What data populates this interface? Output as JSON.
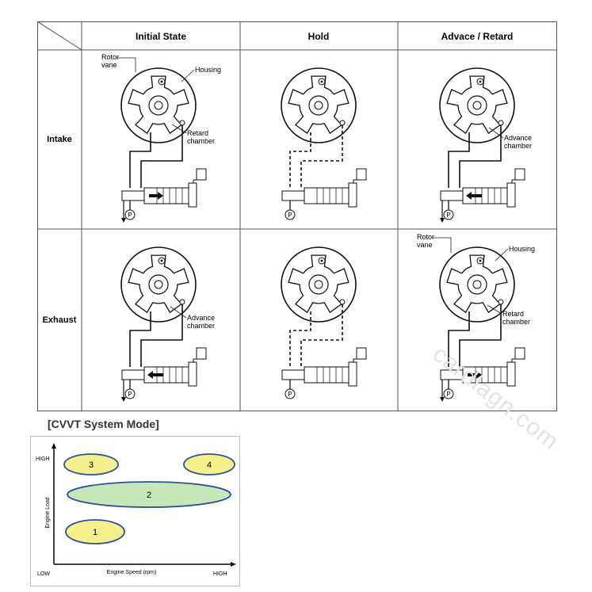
{
  "table": {
    "headers": [
      "Initial State",
      "Hold",
      "Advace / Retard"
    ],
    "rows": [
      {
        "label": "Intake",
        "cells": [
          {
            "mode": "retard",
            "dashed": false,
            "labels": [
              "Rotor",
              "vane",
              "Housing",
              "Retard",
              "chamber"
            ]
          },
          {
            "mode": "hold",
            "dashed": true,
            "labels": []
          },
          {
            "mode": "advance",
            "dashed": false,
            "labels": [
              "Advance",
              "chamber"
            ]
          }
        ]
      },
      {
        "label": "Exhaust",
        "cells": [
          {
            "mode": "advance",
            "dashed": false,
            "labels": [
              "Advance",
              "chamber"
            ]
          },
          {
            "mode": "hold",
            "dashed": true,
            "labels": []
          },
          {
            "mode": "retard",
            "dashed": false,
            "labels": [
              "Rotor",
              "vane",
              "Housing",
              "Retard",
              "chamber"
            ]
          }
        ]
      }
    ],
    "pump_label": "P"
  },
  "mode_section": {
    "title": "[CVVT System Mode]",
    "y_high": "HIGH",
    "y_low": "LOW",
    "y_label": "Engine Load",
    "x_label": "Engine Speed (rpm)",
    "x_high": "HIGH",
    "regions": [
      {
        "id": "3",
        "color": "#f4f08a"
      },
      {
        "id": "4",
        "color": "#f4f08a"
      },
      {
        "id": "2",
        "color": "#c6e7b8"
      },
      {
        "id": "1",
        "color": "#f4f08a"
      }
    ]
  },
  "watermark": "cardiagn.com"
}
